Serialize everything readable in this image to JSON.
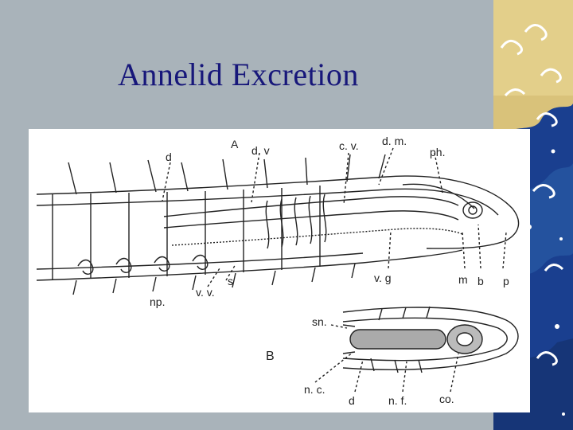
{
  "slide": {
    "title": "Annelid Excretion"
  },
  "figure": {
    "labels": {
      "d_top": "d",
      "A": "A",
      "dv": "d. v",
      "cv": "c. v.",
      "dm": "d. m.",
      "ph": "ph.",
      "s": "s",
      "vv": "v. v.",
      "np": "np.",
      "vg": "v. g",
      "m": "m",
      "b": "b",
      "p": "p",
      "sn": "sn.",
      "B": "B",
      "nc": "n. c.",
      "d_bottom": "d",
      "nf": "n. f.",
      "co": "co."
    }
  },
  "colors": {
    "background": "#a9b3ba",
    "title": "#17177a",
    "wave_dark": "#1a3f8f",
    "wave_gold": "#d9c27a"
  }
}
